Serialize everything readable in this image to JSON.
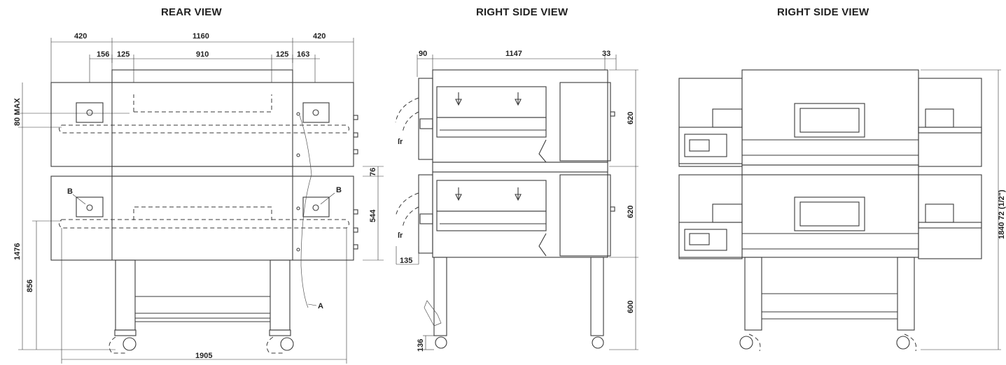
{
  "views": [
    {
      "title": "REAR VIEW"
    },
    {
      "title": "RIGHT SIDE VIEW"
    },
    {
      "title": "RIGHT SIDE VIEW"
    }
  ],
  "rear": {
    "dims_top": [
      "420",
      "1160",
      "420"
    ],
    "dims_second": [
      "156",
      "125",
      "910",
      "125",
      "163"
    ],
    "dim_80max": "80 MAX",
    "dim_1476": "1476",
    "dim_856": "856",
    "dim_1905": "1905",
    "dim_76": "76",
    "dim_544": "544",
    "callout_a": "A",
    "callout_b_left": "B",
    "callout_b_right": "B"
  },
  "side": {
    "dim_90": "90",
    "dim_1147": "1147",
    "dim_33": "33",
    "dim_620_top": "620",
    "dim_620_bottom": "620",
    "dim_600": "600",
    "dim_135": "135",
    "dim_136": "136"
  },
  "side2": {
    "dim_height": "1840 72 (1/2\")"
  }
}
